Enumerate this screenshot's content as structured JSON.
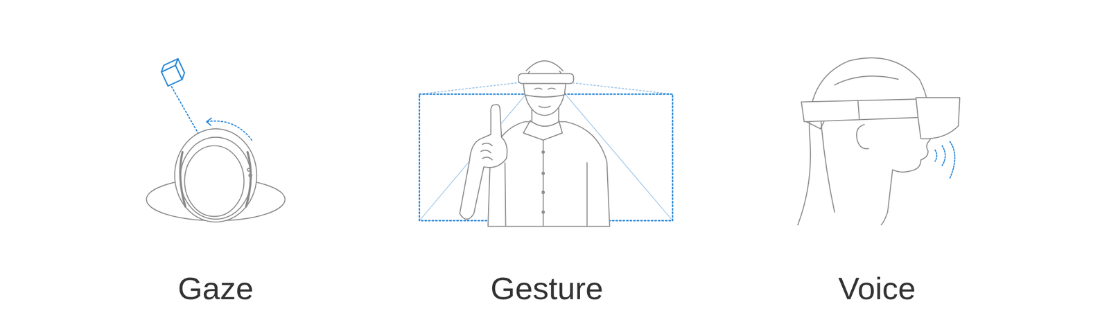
{
  "diagram": {
    "labels": [
      "Gaze",
      "Gesture",
      "Voice"
    ]
  }
}
